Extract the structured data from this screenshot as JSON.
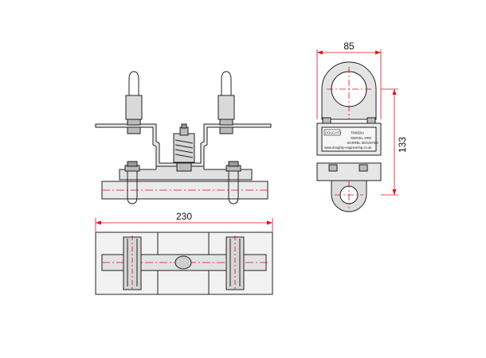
{
  "colors": {
    "line": "#222222",
    "fill": "#d4d4d4",
    "fill_light": "#ececec",
    "dimension": "#e0101a",
    "centerline": "#e0101a"
  },
  "dimensions": {
    "width_top": "85",
    "height_side": "133",
    "length_bottom": "230"
  },
  "nameplate": {
    "brand": "DOUGHTY",
    "part": "T84650A",
    "desc1": "SWIVEL ARM",
    "desc2": "BARREL MOUNTED",
    "foot": "www.doughty-engineering.co.uk"
  }
}
